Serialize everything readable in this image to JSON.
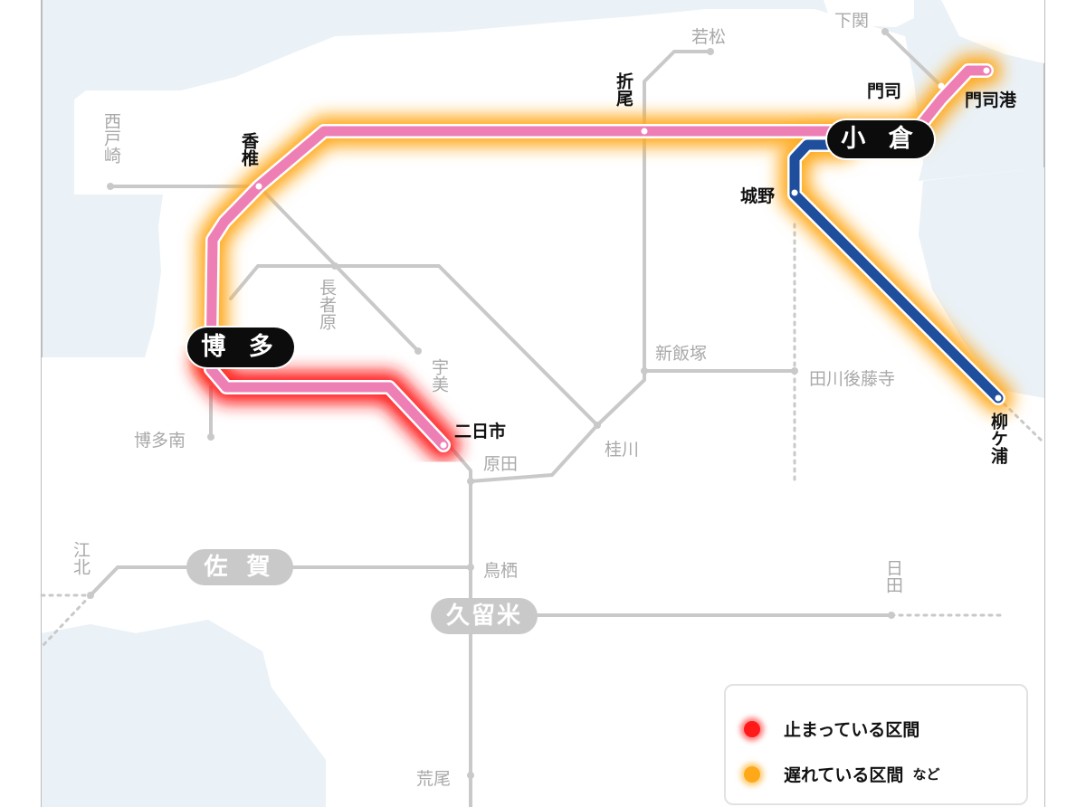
{
  "colors": {
    "sea": "#e6eef5",
    "land": "#ffffff",
    "track": "#c8c8c8",
    "line_pink": "#ee7fb5",
    "line_blue": "#1f4e9c",
    "stopped": "#ff1a1a",
    "delayed": "#ffa91a"
  },
  "stations_major": {
    "hakata": "博 多",
    "kokura": "小 倉"
  },
  "stations_minor_grey": {
    "saga": "佐 賀",
    "kurume": "久留米"
  },
  "stations": {
    "shimonoseki": "下関",
    "wakamatsu": "若松",
    "nishitozaki": "西戸崎",
    "kashii": "香椎",
    "orio": "折尾",
    "moji": "門司",
    "mojiko": "門司港",
    "jono": "城野",
    "chojabaru": "長者原",
    "umi": "宇美",
    "shiiizuka": "新飯塚",
    "tagawagotoji": "田川後藤寺",
    "hakataminami": "博多南",
    "futsukaichi": "二日市",
    "harada": "原田",
    "keisen": "桂川",
    "yanagigaura": "柳ケ浦",
    "enokita": "江北",
    "tosu": "鳥栖",
    "hita": "日田",
    "arao": "荒尾"
  },
  "legend": {
    "stopped_label": "止まっている区間",
    "delayed_label": "遅れている区間",
    "delayed_suffix": "など"
  }
}
